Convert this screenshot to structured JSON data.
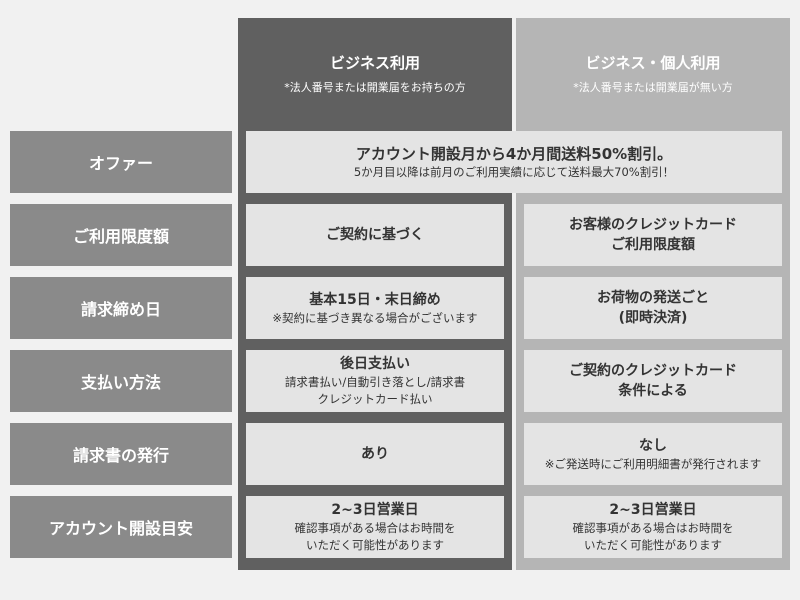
{
  "columns": {
    "business": {
      "title": "ビジネス利用",
      "subtitle": "*法人番号または開業届をお持ちの方"
    },
    "individual": {
      "title": "ビジネス・個人利用",
      "subtitle": "*法人番号または開業届が無い方"
    }
  },
  "rows": {
    "offer": {
      "label": "オファー",
      "main": "アカウント開設月から4か月間送料50%割引。",
      "note": "5か月目以降は前月のご利用実績に応じて送料最大70%割引！"
    },
    "limit": {
      "label": "ご利用限度額",
      "business": {
        "main": "ご契約に基づく"
      },
      "individual": {
        "line1": "お客様のクレジットカード",
        "line2": "ご利用限度額"
      }
    },
    "closing": {
      "label": "請求締め日",
      "business": {
        "main": "基本15日・末日締め",
        "note": "※契約に基づき異なる場合がございます"
      },
      "individual": {
        "line1": "お荷物の発送ごと",
        "line2": "(即時決済)"
      }
    },
    "payment": {
      "label": "支払い方法",
      "business": {
        "main": "後日支払い",
        "note1": "請求書払い/自動引き落とし/請求書",
        "note2": "クレジットカード払い"
      },
      "individual": {
        "line1": "ご契約のクレジットカード",
        "line2": "条件による"
      }
    },
    "invoice": {
      "label": "請求書の発行",
      "business": {
        "main": "あり"
      },
      "individual": {
        "main": "なし",
        "note": "※ご発送時にご利用明細書が発行されます"
      }
    },
    "account": {
      "label": "アカウント開設目安",
      "business": {
        "main": "2~3日営業日",
        "note1": "確認事項がある場合はお時間を",
        "note2": "いただく可能性があります"
      },
      "individual": {
        "main": "2~3日営業日",
        "note1": "確認事項がある場合はお時間を",
        "note2": "いただく可能性があります"
      }
    }
  },
  "colors": {
    "business_column": "#606060",
    "individual_column": "#b5b5b5",
    "row_label": "#8a8a8a",
    "cell": "#e4e4e4"
  }
}
